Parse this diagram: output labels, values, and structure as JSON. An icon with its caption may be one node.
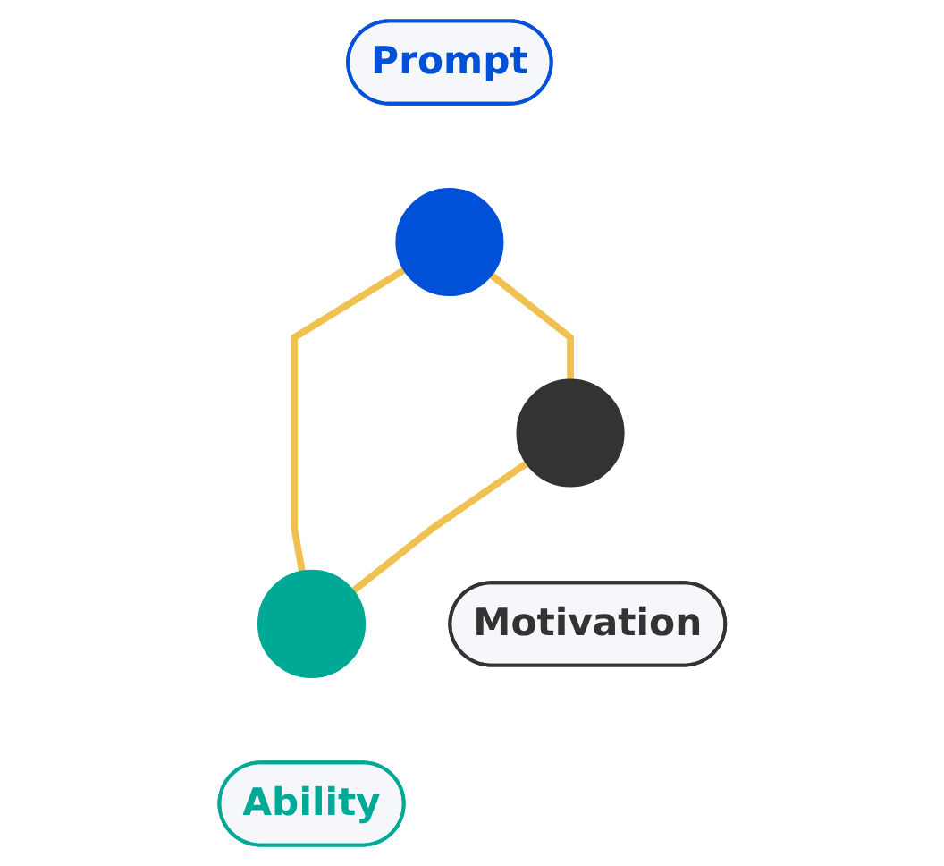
{
  "diagram": {
    "nodes": [
      {
        "text": [
          "Prompt"
        ]
      },
      {
        "text": [],
        "shape": "circle"
      },
      {
        "text": [],
        "shape": "circle"
      },
      {
        "text": [],
        "shape": "circle"
      },
      {
        "text": [
          "Motivation"
        ]
      },
      {
        "text": [
          "Ability"
        ]
      }
    ],
    "edges": [
      {
        "from": 1,
        "to": 2,
        "arrow": "none",
        "color": "#f0c050"
      },
      {
        "from": 1,
        "to": 3,
        "arrow": "none",
        "color": "#f0c050"
      },
      {
        "from": 2,
        "to": 3,
        "arrow": "none",
        "color": "#f0c050"
      }
    ]
  }
}
